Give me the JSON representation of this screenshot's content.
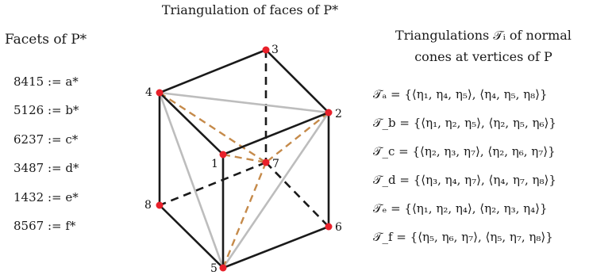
{
  "diagram_title": "Triangulation of faces of P*",
  "facets": {
    "title": "Facets of P*",
    "items": [
      "8415 := a*",
      "5126 := b*",
      "6237 := c*",
      "3487 := d*",
      "1432 := e*",
      "8567 := f*"
    ]
  },
  "triangulations": {
    "title_line1": "Triangulations 𝒯ᵢ of normal",
    "title_line2": "cones at vertices of P",
    "rows": [
      "𝒯ₐ = {⟨η₁, η₄, η₅⟩, ⟨η₄, η₅, η₈⟩}",
      "𝒯_b = {⟨η₁, η₂, η₅⟩, ⟨η₂, η₅, η₆⟩}",
      "𝒯_c = {⟨η₂, η₃, η₇⟩, ⟨η₂, η₆, η₇⟩}",
      "𝒯_d = {⟨η₃, η₄, η₇⟩, ⟨η₄, η₇, η₈⟩}",
      "𝒯ₑ = {⟨η₁, η₂, η₄⟩, ⟨η₂, η₃, η₄⟩}",
      "𝒯_f = {⟨η₅, η₆, η₇⟩, ⟨η₅, η₇, η₈⟩}"
    ]
  },
  "vertices": [
    {
      "id": "1",
      "label": "1"
    },
    {
      "id": "2",
      "label": "2"
    },
    {
      "id": "3",
      "label": "3"
    },
    {
      "id": "4",
      "label": "4"
    },
    {
      "id": "5",
      "label": "5"
    },
    {
      "id": "6",
      "label": "6"
    },
    {
      "id": "7",
      "label": "7"
    },
    {
      "id": "8",
      "label": "8"
    }
  ],
  "colors": {
    "vertex": "#e8202a",
    "edge_solid": "#1a1a1a",
    "edge_hidden": "#1a1a1a",
    "diagonal_gray": "#bdbdbd",
    "diagonal_orange": "#c58a4a"
  }
}
